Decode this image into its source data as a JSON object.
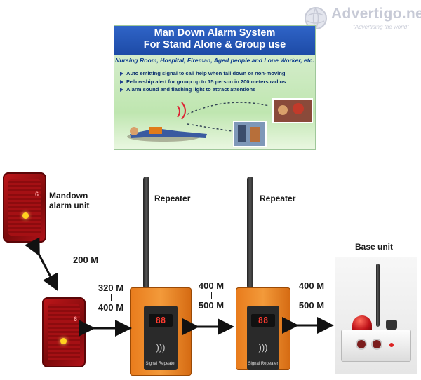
{
  "watermark": {
    "name": "Advertigo.net",
    "tagline": "\"Advertising  the world\""
  },
  "banner": {
    "title_line1": "Man Down Alarm System",
    "title_line2": "For Stand Alone & Group use",
    "subtitle": "Nursing Room, Hospital, Fireman, Aged people and Lone Worker, etc.",
    "bullets": [
      "Auto emitting signal to call help when fall down or non-moving",
      "Fellowship alert for group up to 15 person in 200 meters radius",
      "Alarm sound and flashing light to attract attentions"
    ]
  },
  "labels": {
    "mandown_line1": "Mandown",
    "mandown_line2": "alarm unit",
    "repeater1": "Repeater",
    "repeater2": "Repeater",
    "base": "Base unit"
  },
  "distances": {
    "d1": "200 M",
    "d2_top": "320 M",
    "d2_bottom": "400 M",
    "d3_top": "400 M",
    "d3_bottom": "500 M",
    "d4_top": "400 M",
    "d4_bottom": "500 M"
  },
  "devices": {
    "repeater_display": "88",
    "repeater_caption": "Signal Repeater",
    "alarm_mark": "6"
  },
  "colors": {
    "arrow": "#111111",
    "banner_blue": "#1d4aa6",
    "alarm_red": "#c0161a",
    "repeater_orange": "#f39a3a"
  }
}
